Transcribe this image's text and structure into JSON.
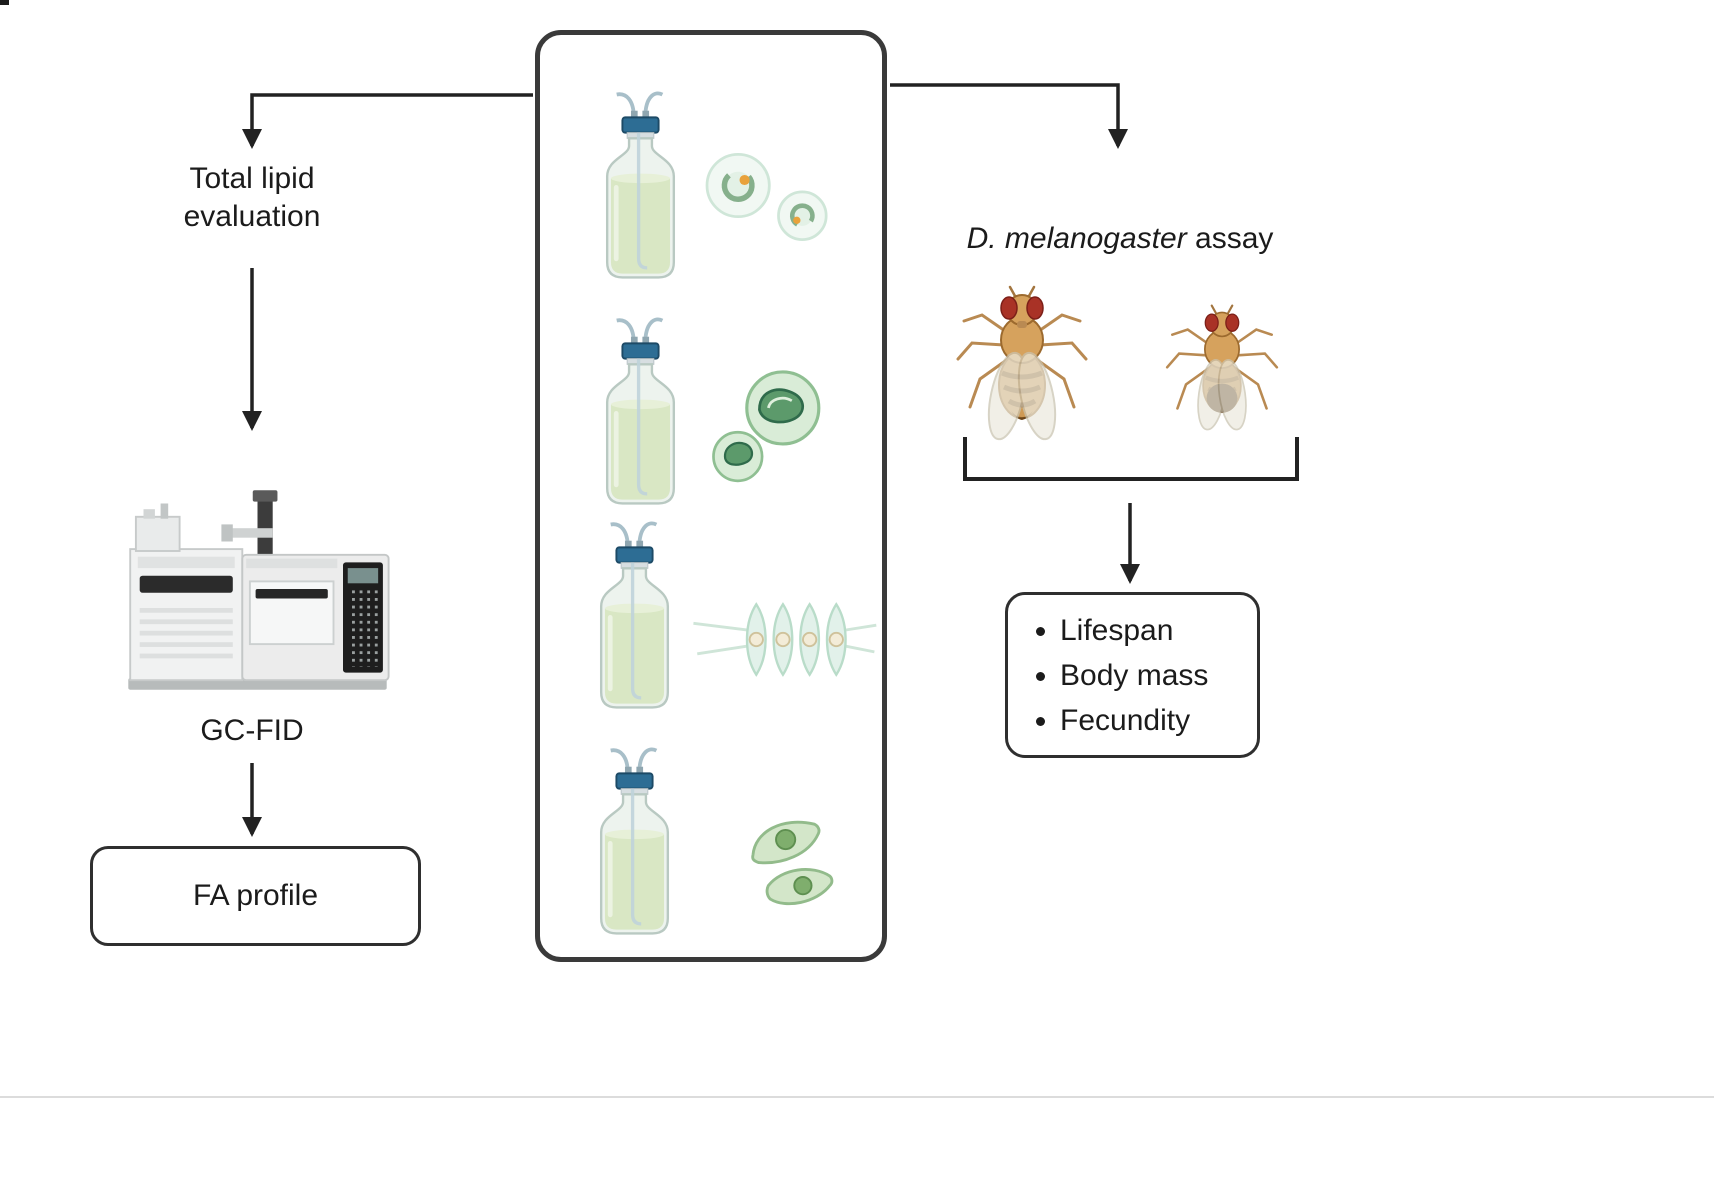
{
  "colors": {
    "outline": "#3a3a3a",
    "arrow": "#222222",
    "text": "#1b1b1b",
    "bottle_liquid": "#d9e7c4",
    "bottle_cap": "#2d6d94",
    "algae_green": "#8fbf92",
    "fly_body": "#d6a25d",
    "fly_eye": "#a93226"
  },
  "panel": {
    "bottles": [
      {
        "icon": "culture-bottle-icon",
        "algae_icon": "microalgae-round-cells-eyespot-icon"
      },
      {
        "icon": "culture-bottle-icon",
        "algae_icon": "microalgae-round-cell-chloroplast-icon"
      },
      {
        "icon": "culture-bottle-icon",
        "algae_icon": "microalgae-diatom-chain-icon"
      },
      {
        "icon": "culture-bottle-icon",
        "algae_icon": "microalgae-crescent-cells-icon"
      }
    ]
  },
  "left_branch": {
    "step_label": "Total lipid evaluation",
    "instrument_icon": "gc-fid-instrument-icon",
    "instrument_label": "GC-FID",
    "result_label": "FA profile"
  },
  "right_branch": {
    "assay_species": "D. melanogaster",
    "assay_suffix": " assay",
    "fly_icons": [
      "fruit-fly-female-icon",
      "fruit-fly-male-icon"
    ],
    "outcomes": [
      "Lifespan",
      "Body mass",
      "Fecundity"
    ]
  }
}
